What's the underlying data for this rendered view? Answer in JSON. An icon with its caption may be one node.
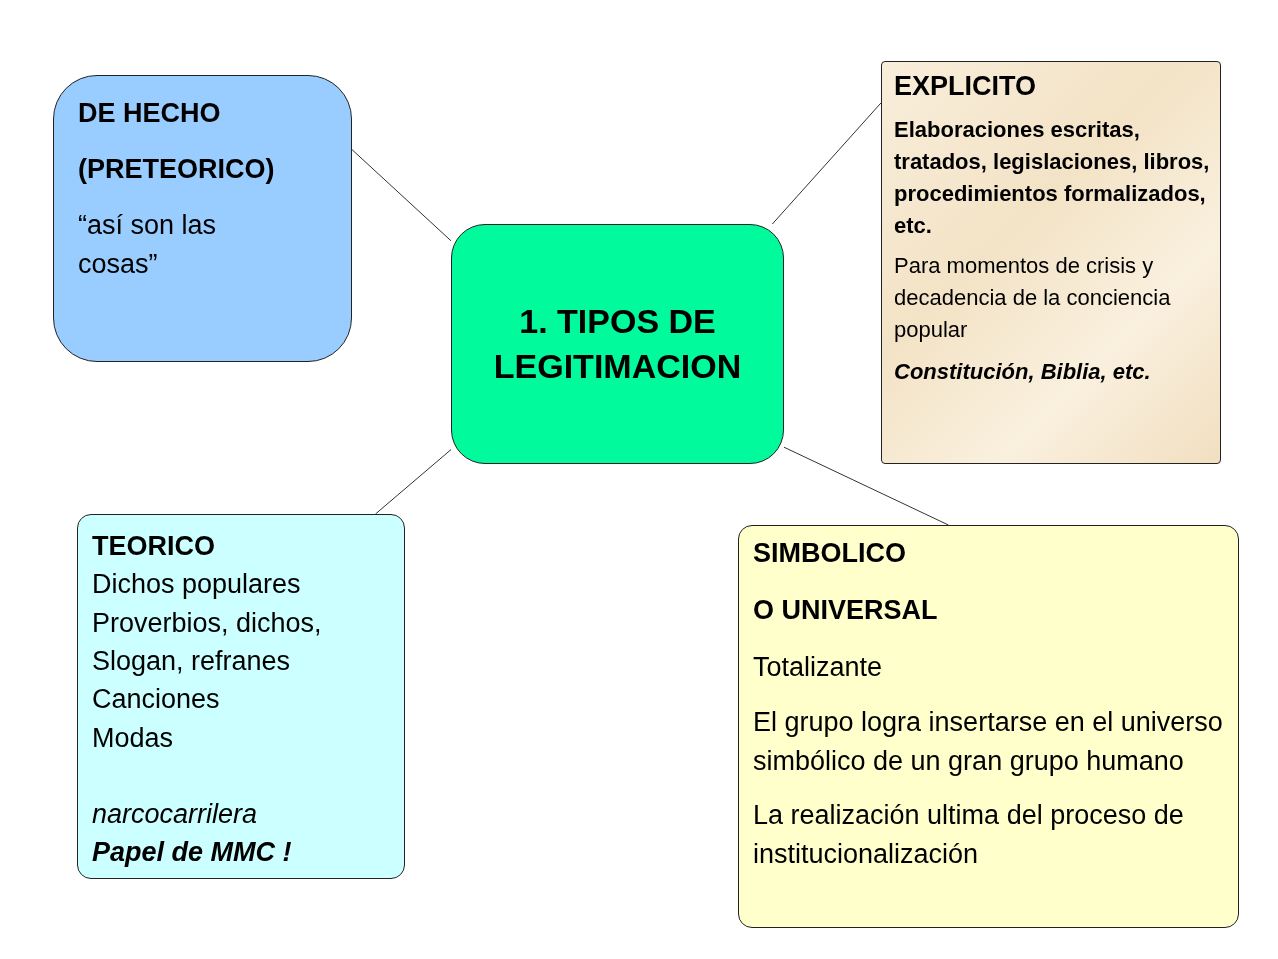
{
  "diagram": {
    "nodes": [
      {
        "text": [
          "1. TIPOS DE LEGITIMACION"
        ]
      },
      {
        "text": [
          "DE HECHO",
          "(PRETEORICO)",
          "“así son las cosas”"
        ]
      },
      {
        "text": [
          "EXPLICITO",
          "Elaboraciones escritas, tratados, legislaciones, libros, procedimientos formalizados, etc.",
          "Para momentos de crisis y decadencia de la conciencia popular",
          "Constitución, Biblia, etc."
        ]
      },
      {
        "text": [
          "TEORICO",
          "Dichos populares",
          "Proverbios, dichos,",
          "Slogan, refranes",
          "Canciones",
          "Modas",
          "narcocarrilera",
          "Papel de MMC !"
        ]
      },
      {
        "text": [
          "SIMBOLICO",
          "O UNIVERSAL",
          "Totalizante",
          "El grupo logra insertarse en el universo simbólico de un gran grupo humano",
          "La realización ultima del proceso de institucionalización"
        ]
      }
    ],
    "edges": [
      {
        "from": 0,
        "to": 1,
        "arrow": "none"
      },
      {
        "from": 0,
        "to": 2,
        "arrow": "none"
      },
      {
        "from": 0,
        "to": 3,
        "arrow": "none"
      },
      {
        "from": 0,
        "to": 4,
        "arrow": "none"
      }
    ]
  }
}
